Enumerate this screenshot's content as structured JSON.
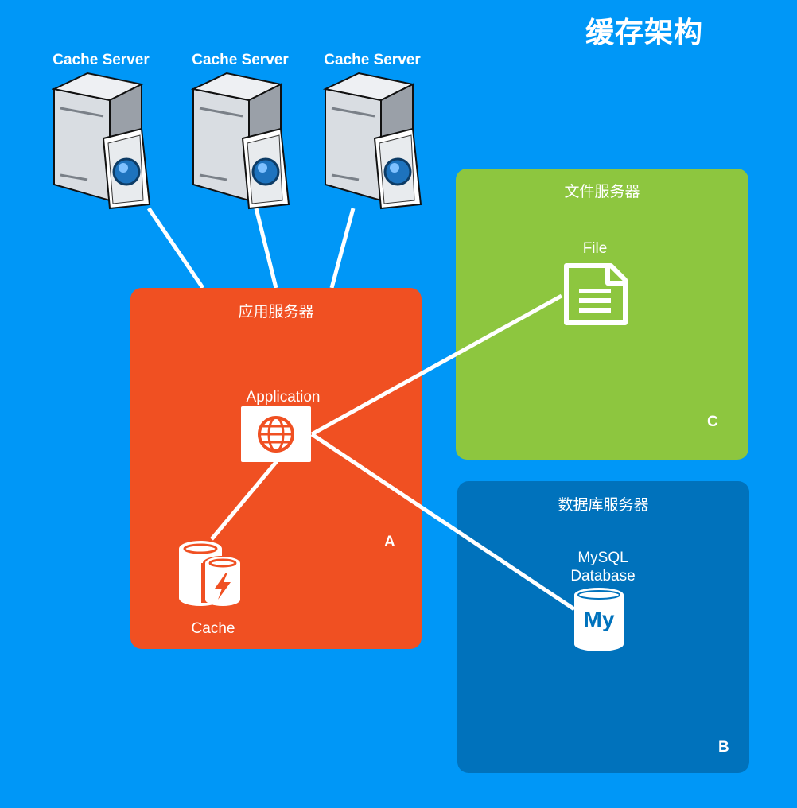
{
  "title": "缓存架构",
  "cache_servers": [
    {
      "label": "Cache Server"
    },
    {
      "label": "Cache Server"
    },
    {
      "label": "Cache Server"
    }
  ],
  "app_server": {
    "title": "应用服务器",
    "letter": "A",
    "application_label": "Application",
    "cache_label": "Cache"
  },
  "file_server": {
    "title": "文件服务器",
    "letter": "C",
    "file_label": "File"
  },
  "db_server": {
    "title": "数据库服务器",
    "letter": "B",
    "db_label_line1": "MySQL",
    "db_label_line2": "Database",
    "db_icon_text": "My"
  },
  "colors": {
    "background": "#0097f7",
    "app_panel": "#f05022",
    "file_panel": "#8dc63f",
    "db_panel": "#0072bc",
    "connector": "#ffffff"
  },
  "icons": [
    "server-icon",
    "globe-icon",
    "cache-icon",
    "file-icon",
    "mysql-icon"
  ]
}
